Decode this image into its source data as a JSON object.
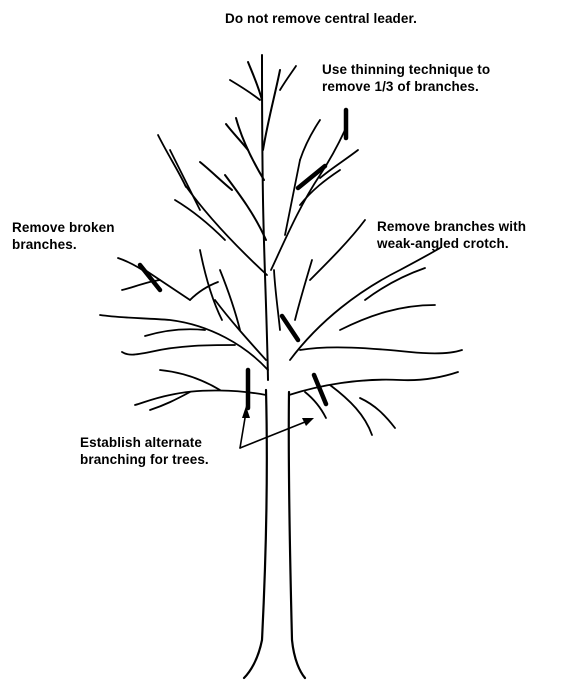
{
  "annotations": {
    "central_leader": {
      "lines": [
        "Do not remove central leader."
      ]
    },
    "thinning": {
      "lines": [
        "Use thinning technique to",
        "remove 1/3 of branches."
      ]
    },
    "broken": {
      "lines": [
        "Remove broken",
        "branches."
      ]
    },
    "weak_crotch": {
      "lines": [
        "Remove branches with",
        "weak-angled crotch."
      ]
    },
    "alternate": {
      "lines": [
        "Establish alternate",
        "branching for trees."
      ]
    }
  },
  "colors": {
    "ink": "#000000",
    "background": "#ffffff"
  }
}
